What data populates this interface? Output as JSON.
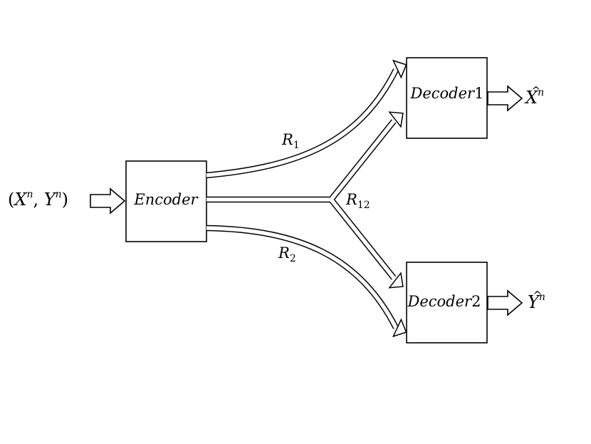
{
  "diagram": {
    "input": {
      "l1": "(",
      "v1": "X",
      "s1": "n",
      "mid": ", ",
      "v2": "Y",
      "s2": "n",
      "r": ")"
    },
    "encoder": "Encoder",
    "decoder1": {
      "word": "Decoder",
      "num": "1"
    },
    "decoder2": {
      "word": "Decoder",
      "num": "2"
    },
    "output1": {
      "v": "X",
      "hat": "^",
      "s": "n"
    },
    "output2": {
      "v": "Y",
      "hat": "^",
      "s": "n"
    },
    "links": {
      "r1": {
        "base": "R",
        "sub": "1"
      },
      "r2": {
        "base": "R",
        "sub": "2"
      },
      "r12": {
        "base": "R",
        "sub": "12"
      }
    }
  }
}
